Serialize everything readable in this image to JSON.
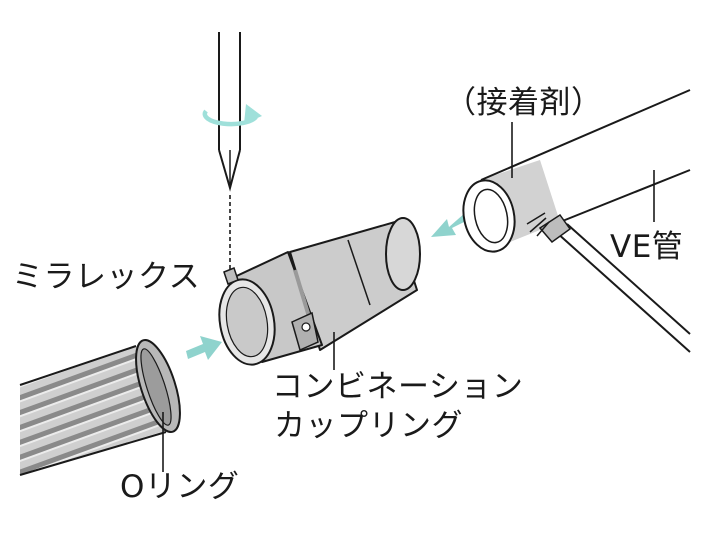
{
  "labels": {
    "mirarex": "ミラレックス",
    "adhesive": "（接着剤）",
    "ve_pipe": "VE管",
    "coupling_line1": "コンビネーション",
    "coupling_line2": "カップリング",
    "o_ring": "Oリング"
  },
  "colors": {
    "line": "#1a1a1a",
    "part_fill": "#cccccc",
    "part_shade": "#b4b4b4",
    "arrow_teal": "#8fd3cd",
    "rotate_arrow": "#9fe0da"
  }
}
